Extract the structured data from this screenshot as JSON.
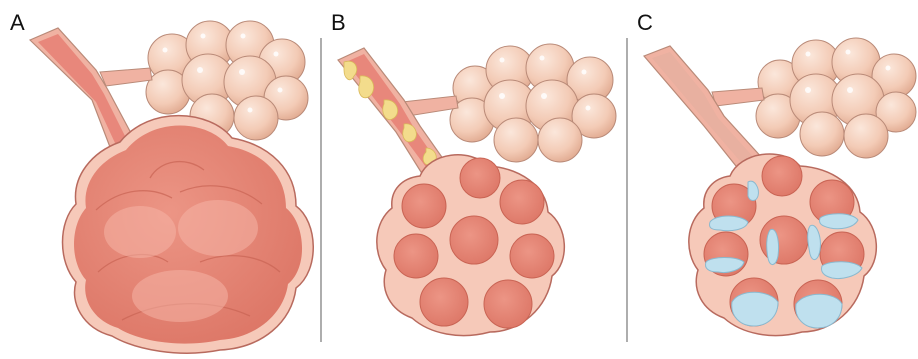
{
  "panels": [
    {
      "label": "A",
      "condition": "dilated"
    },
    {
      "label": "B",
      "condition": "obstructed-bronchiole"
    },
    {
      "label": "C",
      "condition": "fluid-filled"
    }
  ],
  "colors": {
    "background": "#ffffff",
    "alveolus_fill": "#e8877b",
    "alveolus_wall": "#f6c9b9",
    "alveolus_outline": "#b86a5e",
    "inner_shadow": "#d8705f",
    "bronchiole": "#f0b2a2",
    "healthy_sac": "#f3cbb6",
    "healthy_sac_shade": "#dfa78d",
    "mucus": "#f3dc8c",
    "fluid": "#bfe0ee",
    "fluid_edge": "#8ab9cf",
    "divider": "#777777",
    "label_text": "#111111"
  },
  "icons": [
    "bronchiole",
    "alveolar-sac",
    "alveolar-cluster",
    "mucus-plug",
    "fluid-pool"
  ]
}
